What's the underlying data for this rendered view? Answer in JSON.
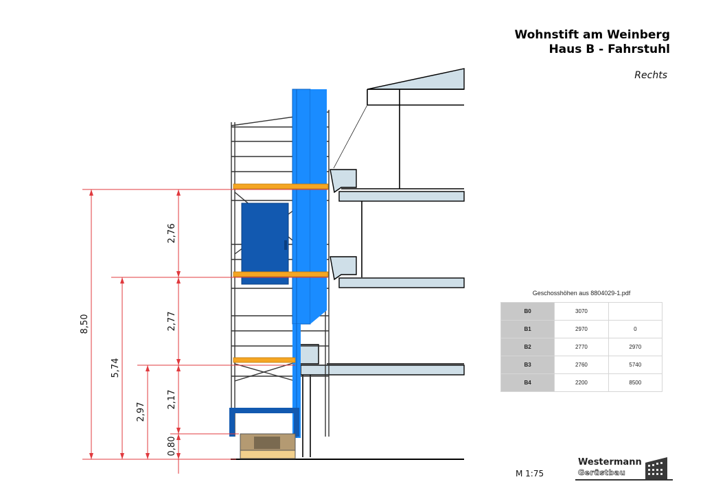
{
  "header": {
    "title_line1": "Wohnstift am Weinberg",
    "title_line2": "Haus B - Fahrstuhl",
    "view": "Rechts"
  },
  "dimensions": {
    "total": "8,50",
    "mid": "5,74",
    "low": "2,97",
    "segments": [
      "2,76",
      "2,77",
      "2,17",
      "0,80"
    ]
  },
  "colors": {
    "shaft_blue": "#1a8cff",
    "cabin_blue": "#1259b0",
    "platform_orange": "#f5a623",
    "dimension_red": "#e0393e",
    "slab_fill": "#cfdfe8"
  },
  "table": {
    "title": "Geschosshöhen aus 8804029-1.pdf",
    "rows": [
      {
        "floor": "B0",
        "height": "3070",
        "cumulative": ""
      },
      {
        "floor": "B1",
        "height": "2970",
        "cumulative": "0"
      },
      {
        "floor": "B2",
        "height": "2770",
        "cumulative": "2970"
      },
      {
        "floor": "B3",
        "height": "2760",
        "cumulative": "5740"
      },
      {
        "floor": "B4",
        "height": "2200",
        "cumulative": "8500"
      }
    ]
  },
  "footer": {
    "scale": "M 1:75",
    "company": "Westermann",
    "company_sub": "Gerüstbau"
  }
}
